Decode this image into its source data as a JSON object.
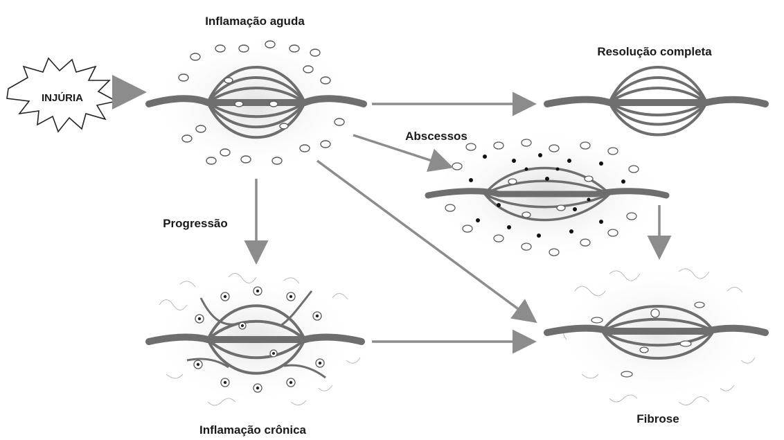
{
  "labels": {
    "injury": "INJÚRIA",
    "acute": "Inflamação aguda",
    "resolution": "Resolução completa",
    "abscess": "Abscessos",
    "progression": "Progressão",
    "chronic": "Inflamação crônica",
    "fibrosis": "Fibrose"
  },
  "colors": {
    "fiber": "#6e6e6e",
    "arrow": "#8c8c8c",
    "cell": "#5a5a5a",
    "halo": "#d6d6d6",
    "dot": "#111111"
  },
  "icons": {
    "injury": "starburst-icon"
  }
}
